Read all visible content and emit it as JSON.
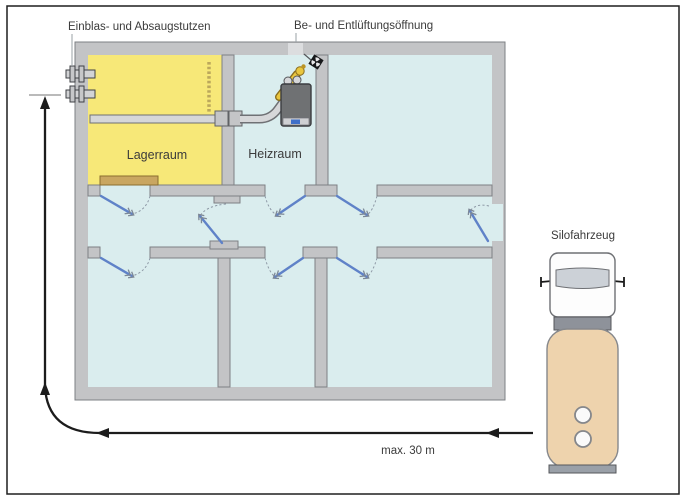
{
  "labels": {
    "nozzles": "Einblas- und Absaugstutzen",
    "vent": "Be- und Entlüftungsöffnung",
    "storage_room": "Lagerraum",
    "boiler_room": "Heizraum",
    "vehicle": "Silofahrzeug",
    "distance": "max. 30 m"
  },
  "colors": {
    "wall": "#c3c4c6",
    "room": "#daedee",
    "storage": "#f7e878",
    "door": "#5f82c8",
    "tank": "#eed3ad",
    "hose": "#e9c63e",
    "boiler": "#6f7173",
    "arrow": "#1c1c1c"
  },
  "icons": {
    "fan": "ventilation-fan-icon",
    "arrow_path": "delivery-hose-route-arrow"
  }
}
